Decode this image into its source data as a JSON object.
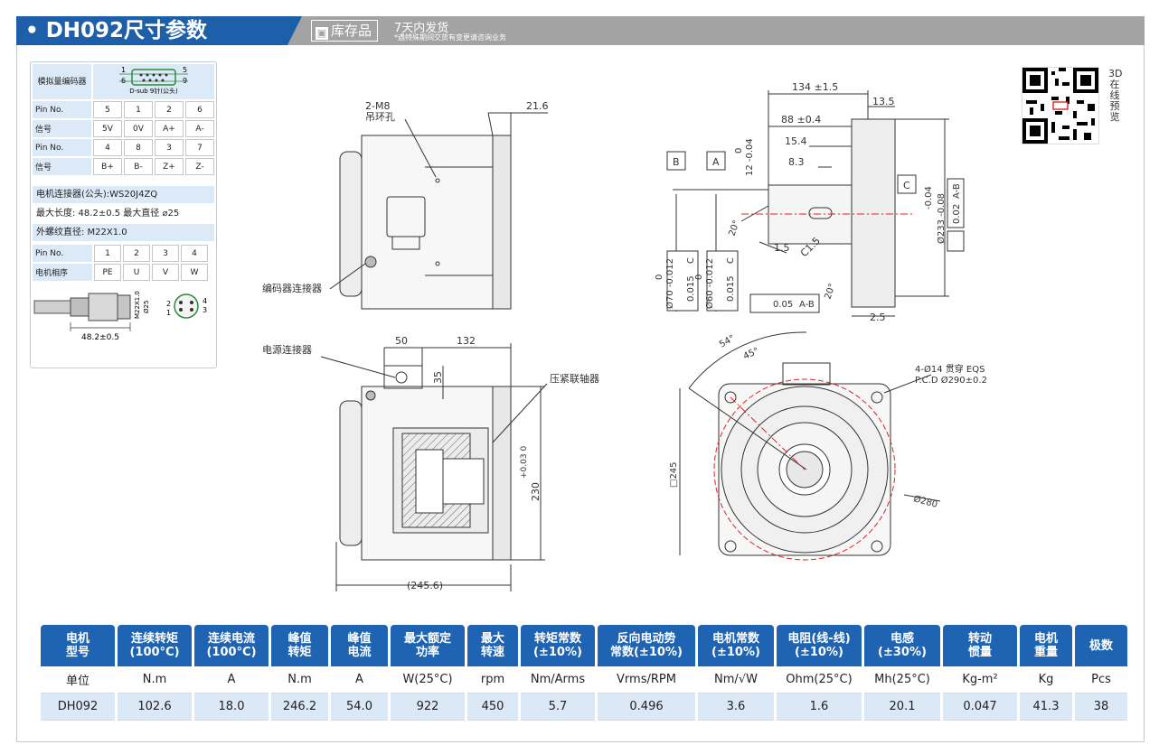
{
  "header": {
    "title": "• DH092尺寸参数",
    "stock_label": "库存品",
    "ship_title": "7天内发货",
    "ship_note": "*遇特殊期间交货有变更请咨询业务"
  },
  "encoder": {
    "label": "模拟量编码器",
    "connector_caption": "D-sub 9针(公头)",
    "pins_top": [
      "1",
      "5"
    ],
    "pins_bottom": [
      "6",
      "9"
    ],
    "rows": [
      {
        "name": "Pin No.",
        "vals": [
          "5",
          "1",
          "2",
          "6"
        ]
      },
      {
        "name": "信号",
        "vals": [
          "5V",
          "0V",
          "A+",
          "A-"
        ]
      },
      {
        "name": "Pin No.",
        "vals": [
          "4",
          "8",
          "3",
          "7"
        ]
      },
      {
        "name": "信号",
        "vals": [
          "B+",
          "B-",
          "Z+",
          "Z-"
        ]
      }
    ]
  },
  "motor_connector": {
    "line1": "电机连接器(公头):WS20J4ZQ",
    "line2": "最大长度: 48.2±0.5   最大直径 ⌀25",
    "line3": "外螺纹直径: M22X1.0",
    "rows": [
      {
        "name": "Pin No.",
        "vals": [
          "1",
          "2",
          "3",
          "4"
        ]
      },
      {
        "name": "电机相序",
        "vals": [
          "PE",
          "U",
          "V",
          "W"
        ]
      }
    ],
    "plug_dims": [
      "M22X1.0",
      "Ø25",
      "48.2±0.5"
    ],
    "plug_pins": [
      "1",
      "2",
      "3",
      "4"
    ]
  },
  "drawing": {
    "labels": {
      "lifting": "2-M8",
      "lifting2": "吊环孔",
      "encoder_conn": "编码器连接器",
      "power_conn": "电源连接器",
      "coupling": "压紧联轴器",
      "holes1": "4-Ø14 贯穿 EQS",
      "holes2": "P.C.D  Ø290±0.2"
    },
    "dims": {
      "d21_6": "21.6",
      "d50": "50",
      "d132": "132",
      "d35": "35",
      "d230": "230",
      "d230tol": "+0.03  0",
      "d245_6": "(245.6)",
      "d134": "134 ±1.5",
      "d13_5": "13.5",
      "d88": "88 ±0.4",
      "d15_4": "15.4",
      "d8_3": "8.3",
      "d12": "12 -0.04",
      "d12b": "0",
      "d1_5": "1.5",
      "c1_5": "C1.5",
      "d20a": "20°",
      "d20b": "20°",
      "d2_5": "2.5",
      "d233": "Ø233 -0.08",
      "d233b": "-0.04",
      "d70": "Ø70 -0.012",
      "d70b": "0",
      "d60": "Ø60 -0.012",
      "d60b": "0",
      "tol_a": "0.015",
      "tol_c": "C",
      "tol_b": "0.02",
      "tol_ab": "A-B",
      "run_val": "0.05",
      "run_ref": "A-B",
      "datum_a": "A",
      "datum_b": "B",
      "datum_c": "C",
      "ang54": "54°",
      "ang45": "45°",
      "sq245": "□245",
      "d280": "Ø280"
    }
  },
  "qr": {
    "label": "3D在线预览"
  },
  "spec_table": {
    "headers": [
      "电机\n型号",
      "连续转矩\n(100°C)",
      "连续电流\n(100°C)",
      "峰值\n转矩",
      "峰值\n电流",
      "最大额定\n功率",
      "最大\n转速",
      "转矩常数\n(±10%)",
      "反向电动势\n常数(±10%)",
      "电机常数\n(±10%)",
      "电阻(线-线)\n(±10%)",
      "电感\n(±30%)",
      "转动\n惯量",
      "电机\n重量",
      "极数"
    ],
    "units": [
      "单位",
      "N.m",
      "A",
      "N.m",
      "A",
      "W(25°C)",
      "rpm",
      "Nm/Arms",
      "Vrms/RPM",
      "Nm/√W",
      "Ohm(25°C)",
      "Mh(25°C)",
      "Kg-m²",
      "Kg",
      "Pcs"
    ],
    "values": [
      "DH092",
      "102.6",
      "18.0",
      "246.2",
      "54.0",
      "922",
      "450",
      "5.7",
      "0.496",
      "3.6",
      "1.6",
      "20.1",
      "0.047",
      "41.3",
      "38"
    ]
  },
  "colors": {
    "brand": "#1d5fa8",
    "header_bg": "#a3a3a3",
    "cell_blue": "#dceaf7",
    "red_line": "#e02020"
  }
}
